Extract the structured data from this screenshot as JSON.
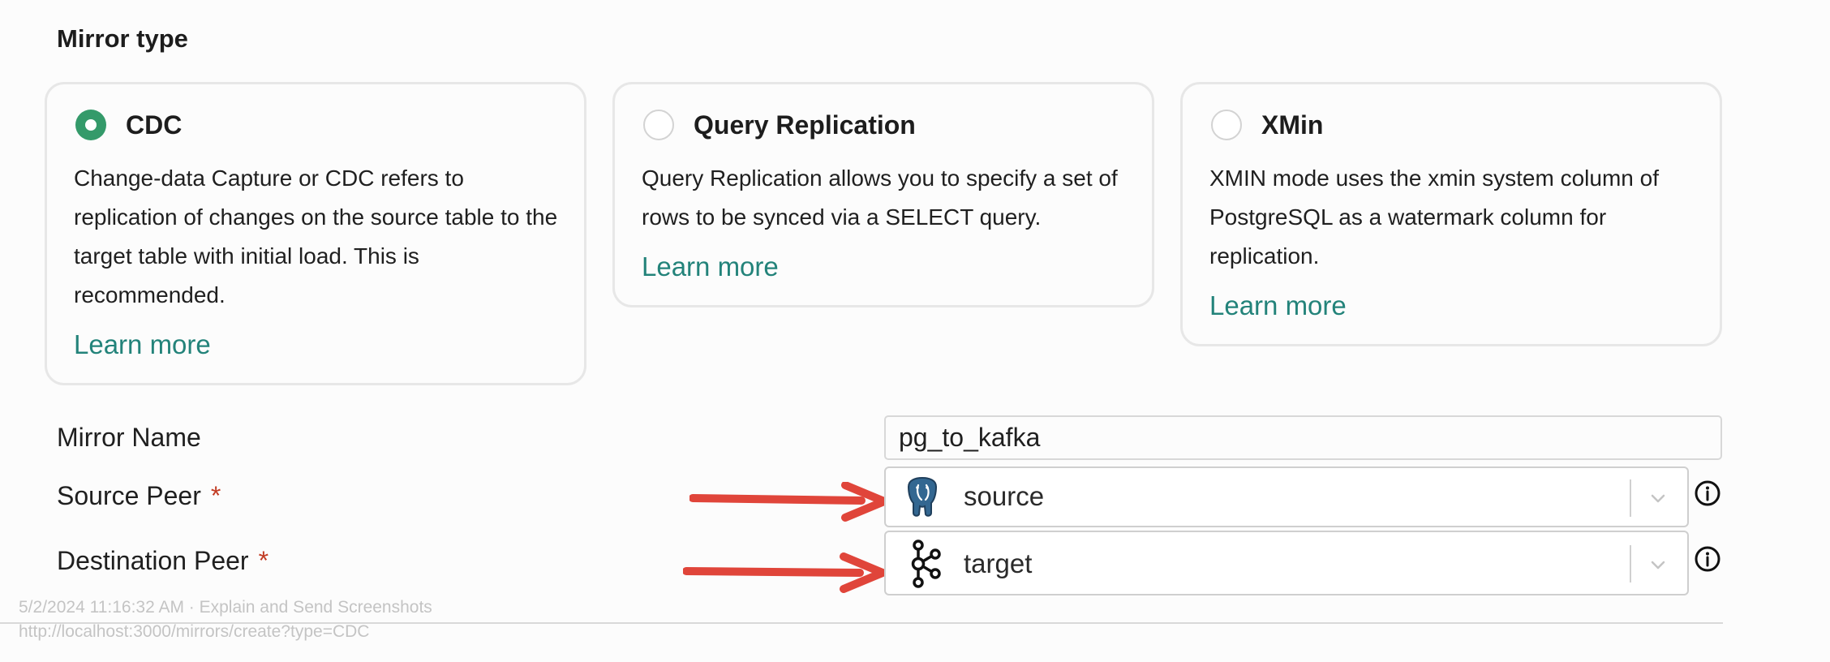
{
  "section_title": "Mirror type",
  "mirror_types": [
    {
      "title": "CDC",
      "selected": true,
      "description": "Change-data Capture or CDC refers to replication of changes on the source table to the target table with initial load. This is recommended.",
      "learn_more": "Learn more"
    },
    {
      "title": "Query Replication",
      "selected": false,
      "description": "Query Replication allows you to specify a set of rows to be synced via a SELECT query.",
      "learn_more": "Learn more"
    },
    {
      "title": "XMin",
      "selected": false,
      "description": "XMIN mode uses the xmin system column of PostgreSQL as a watermark column for replication.",
      "learn_more": "Learn more"
    }
  ],
  "form": {
    "mirror_name_label": "Mirror Name",
    "mirror_name_value": "pg_to_kafka",
    "source_peer_label": "Source Peer",
    "source_peer_value": "source",
    "source_peer_icon": "postgresql-elephant-icon",
    "destination_peer_label": "Destination Peer",
    "destination_peer_value": "target",
    "destination_peer_icon": "kafka-icon",
    "required_mark": "*"
  },
  "overlay": {
    "timestamp_line": "5/2/2024 11:16:32 AM · Explain and Send Screenshots",
    "url_line": "http://localhost:3000/mirrors/create?type=CDC"
  },
  "colors": {
    "accent_green": "#349a6a",
    "link_teal": "#23837a",
    "required_red": "#c23b23",
    "annotation_arrow_red": "#e0453a"
  }
}
